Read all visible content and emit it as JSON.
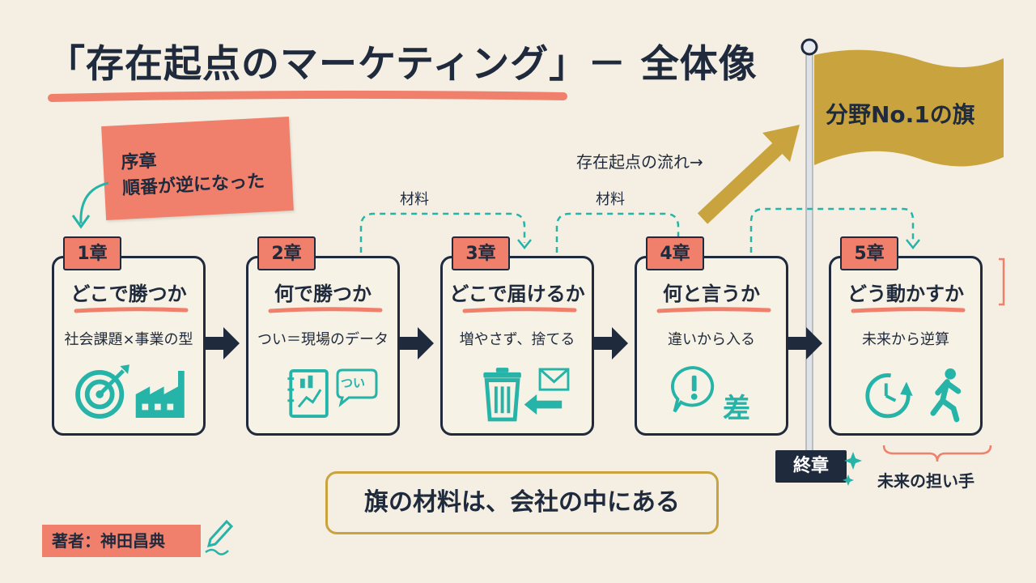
{
  "title": "「存在起点のマーケティング」－ 全体像",
  "prologue": {
    "line1": "序章",
    "line2": "順番が逆になった"
  },
  "chapters": [
    {
      "number": "1章",
      "title": "どこで勝つか",
      "subtitle": "社会課題×事業の型",
      "icons": [
        "target-icon",
        "factory-icon"
      ]
    },
    {
      "number": "2章",
      "title": "何で勝つか",
      "subtitle": "つい＝現場のデータ",
      "icons": [
        "notebook-chart-icon",
        "speech-bubble-icon"
      ],
      "bubble_text": "つい"
    },
    {
      "number": "3章",
      "title": "どこで届けるか",
      "subtitle": "増やさず、捨てる",
      "icons": [
        "trash-icon",
        "mail-icon",
        "arrow-left-icon"
      ]
    },
    {
      "number": "4章",
      "title": "何と言うか",
      "subtitle": "違いから入る",
      "icons": [
        "exclamation-bubble-icon"
      ],
      "kanji": "差"
    },
    {
      "number": "5章",
      "title": "どう動かすか",
      "subtitle": "未来から逆算",
      "icons": [
        "clock-icon",
        "runner-icon"
      ]
    }
  ],
  "materials": {
    "label1": "材料",
    "label2": "材料"
  },
  "flow_label": "存在起点の流れ→",
  "flag": {
    "text": "分野No.1の旗"
  },
  "final_chapter": "終章",
  "future_label": "未来の担い手",
  "bottom_message": "旗の材料は、会社の中にある",
  "author": "著者：神田昌典",
  "colors": {
    "navy": "#1f2a3d",
    "coral": "#f0806c",
    "teal": "#26b3a8",
    "gold": "#c9a43e",
    "background": "#f4efe2"
  }
}
